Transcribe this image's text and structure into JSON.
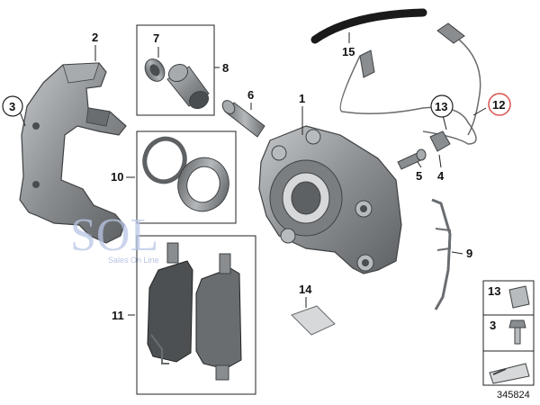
{
  "callouts": {
    "c1": "1",
    "c2": "2",
    "c3": "3",
    "c4": "4",
    "c5": "5",
    "c6": "6",
    "c7": "7",
    "c8": "8",
    "c9": "9",
    "c10": "10",
    "c11": "11",
    "c12": "12",
    "c13": "13",
    "c14": "14",
    "c15": "15"
  },
  "legend": {
    "item_13": "13",
    "item_3": "3"
  },
  "watermark": {
    "text": "SOL",
    "subtext": "Sales On Line"
  },
  "diagram_number": "345824",
  "colors": {
    "part_fill": "#8a8d90",
    "part_dark": "#5e6163",
    "part_light": "#b8bbbd",
    "highlight_circle": "#d9534f",
    "watermark": "#b9c6e6"
  }
}
